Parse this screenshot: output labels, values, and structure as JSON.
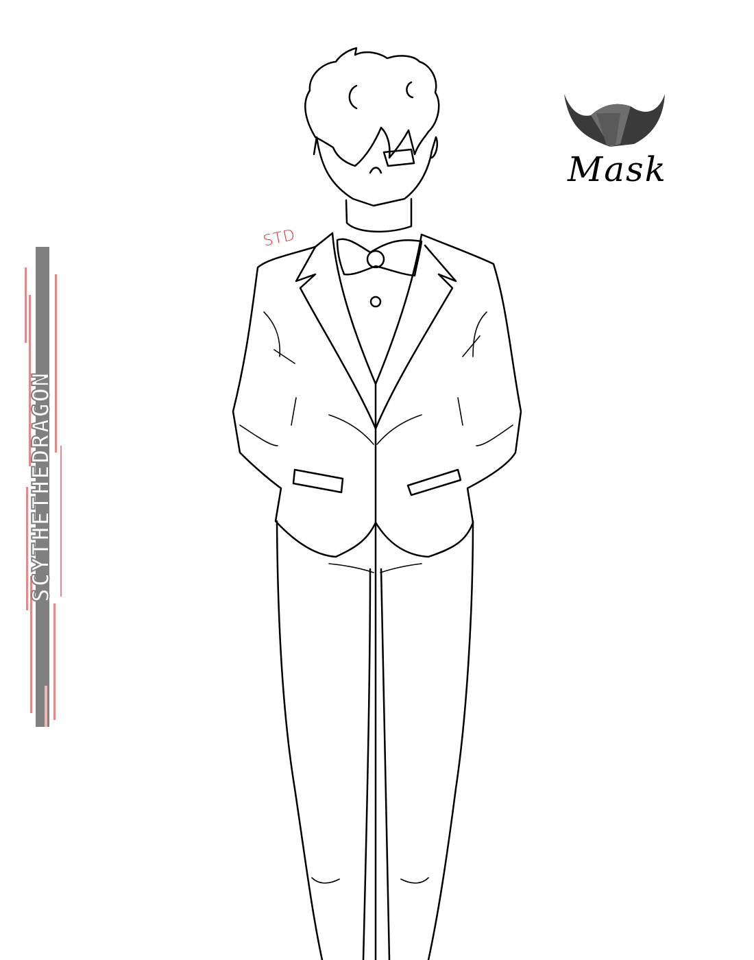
{
  "watermark": "SCYTHETHEDRAGON",
  "signature": "STD",
  "mask_label": "Mask",
  "colors": {
    "line": "#000000",
    "signature": "#d43030",
    "watermark_bar": "#808080",
    "watermark_streaks": "#e08a8a",
    "mask_dark": "#3a3a3a",
    "mask_mid": "#5a5a5a",
    "mask_light": "#6e6e6e"
  }
}
